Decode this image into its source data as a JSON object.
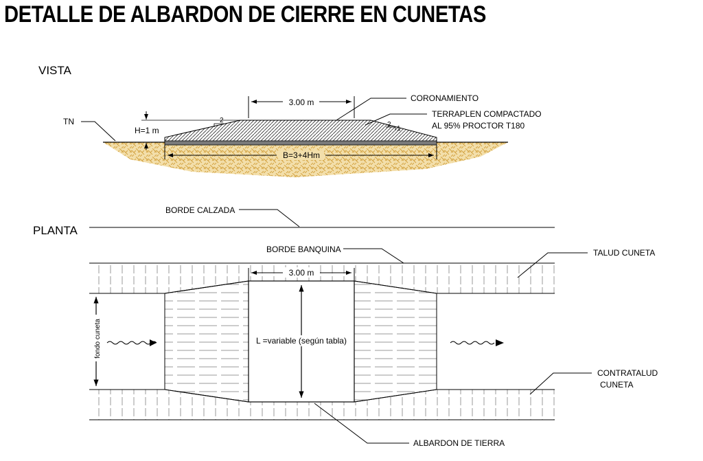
{
  "title": "DETALLE DE ALBARDON DE CIERRE EN CUNETAS",
  "vista": {
    "heading": "VISTA",
    "tn_label": "TN",
    "height_label": "H=1 m",
    "crown_width_label": "3.00 m",
    "base_label": "B=3+4Hm",
    "slope_rise": "1",
    "slope_run": "2",
    "coronamiento_label": "CORONAMIENTO",
    "terraplen_line1": "TERRAPLEN COMPACTADO",
    "terraplen_line2": "AL 95% PROCTOR T180"
  },
  "planta": {
    "heading": "PLANTA",
    "borde_calzada_label": "BORDE CALZADA",
    "borde_banquina_label": "BORDE BANQUINA",
    "talud_cuneta_label": "TALUD CUNETA",
    "contratalud_line1": "CONTRATALUD",
    "contratalud_line2": "CUNETA",
    "crown_width_label": "3.00 m",
    "length_label": "L =variable (según tabla)",
    "fondo_cuneta_label": "fondo cuneta",
    "albardon_label": "ALBARDON DE TIERRA"
  },
  "colors": {
    "soil": "#e8c476",
    "line": "#000000",
    "hatch": "#9a9a9a"
  }
}
